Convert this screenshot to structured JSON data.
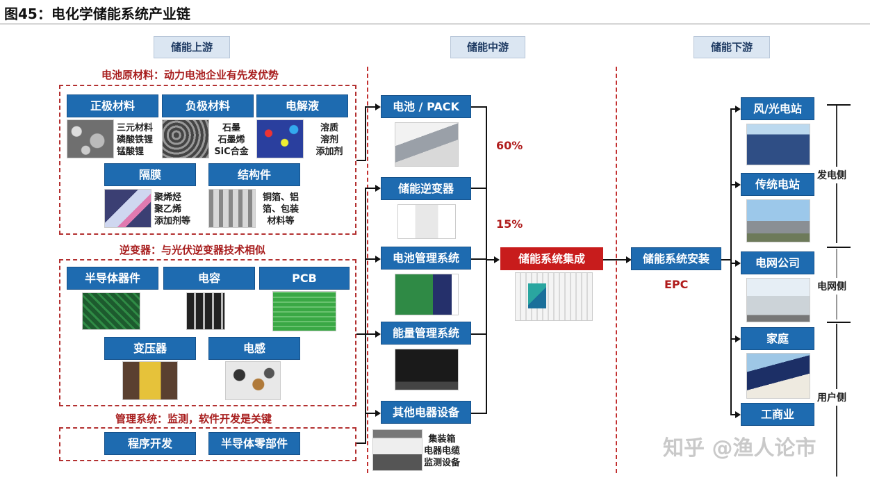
{
  "title": "图45：电化学储能系统产业链",
  "stages": {
    "upstream": "储能上游",
    "midstream": "储能中游",
    "downstream": "储能下游"
  },
  "upstream": {
    "materials_title": "电池原材料：动力电池企业有先发优势",
    "materials": [
      {
        "label": "正极材料",
        "notes": [
          "三元材料",
          "磷酸铁锂",
          "锰酸锂"
        ]
      },
      {
        "label": "负极材料",
        "notes": [
          "石墨",
          "石墨烯",
          "SiC合金"
        ]
      },
      {
        "label": "电解液",
        "notes": [
          "溶质",
          "溶剂",
          "添加剂"
        ]
      },
      {
        "label": "隔膜",
        "notes": [
          "聚烯烃",
          "聚乙烯",
          "添加剂等"
        ]
      },
      {
        "label": "结构件",
        "notes": [
          "铜箔、铝",
          "箔、包装",
          "材料等"
        ]
      }
    ],
    "inverter_title": "逆变器：与光伏逆变器技术相似",
    "inverter_parts": [
      "半导体器件",
      "电容",
      "PCB",
      "变压器",
      "电感"
    ],
    "mgmt_title": "管理系统：监测，软件开发是关键",
    "mgmt_parts": [
      "程序开发",
      "半导体零部件"
    ]
  },
  "midstream": {
    "items": [
      "电池 / PACK",
      "储能逆变器",
      "电池管理系统",
      "能量管理系统",
      "其他电器设备"
    ],
    "pct_battery": "60%",
    "pct_inverter": "15%",
    "other_notes": [
      "集装箱",
      "电器电缆",
      "监测设备"
    ],
    "integration": "储能系统集成"
  },
  "downstream": {
    "install": "储能系统安装",
    "epc": "EPC",
    "targets": [
      "风/光电站",
      "传统电站",
      "电网公司",
      "家庭",
      "工商业"
    ],
    "sides": [
      "发电侧",
      "电网侧",
      "用户侧"
    ]
  },
  "watermark": "知乎 @渔人论市"
}
